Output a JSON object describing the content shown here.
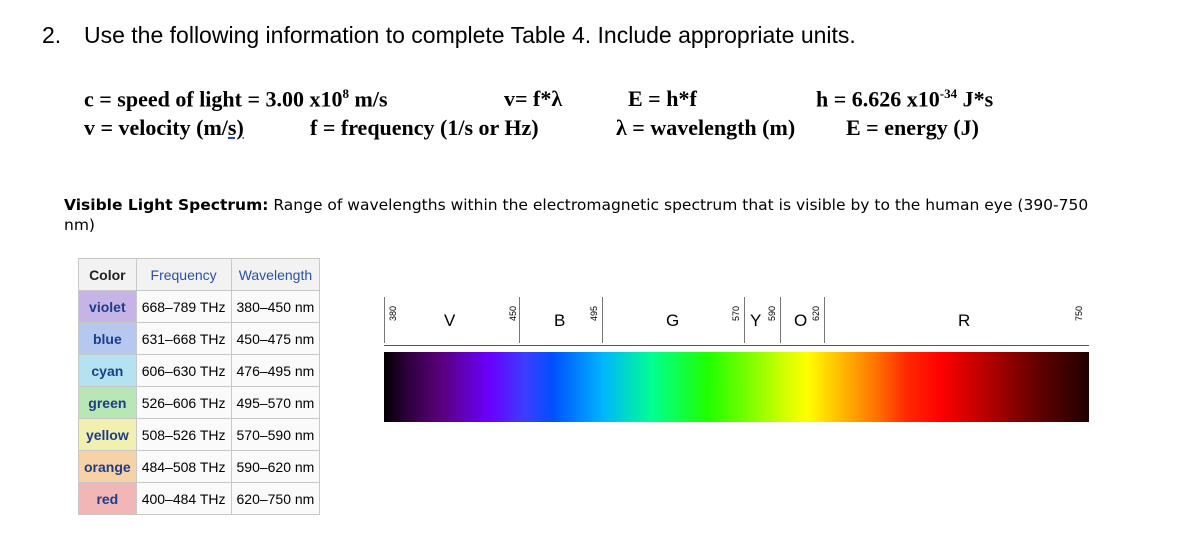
{
  "question": {
    "number": "2.",
    "text": "Use the following information to complete Table 4. Include appropriate units."
  },
  "formulas": {
    "c_def": "c = speed of light = 3.00 x10",
    "c_exp": "8",
    "c_unit": " m/s",
    "v_eq": "v= f*λ",
    "e_eq": "E = h*f",
    "h_def": "h = 6.626 x10",
    "h_exp": "-34",
    "h_unit": " J*s",
    "v_def_pre": "v = velocity (m/",
    "v_def_ul": "s)",
    "f_def": "f = frequency (1/s or Hz)",
    "lambda_def": "λ = wavelength (m)",
    "energy_def": "E = energy (J)"
  },
  "visible": {
    "title": "Visible Light Spectrum:",
    "desc": "Range of wavelengths within the electromagnetic spectrum that is visible by to the human eye (390-750 nm)"
  },
  "table": {
    "headers": [
      "Color",
      "Frequency",
      "Wavelength"
    ],
    "rows": [
      {
        "color": "violet",
        "freq": "668–789 THz",
        "wave": "380–450 nm",
        "bg": "#c6b4e6"
      },
      {
        "color": "blue",
        "freq": "631–668 THz",
        "wave": "450–475 nm",
        "bg": "#b6c8f0"
      },
      {
        "color": "cyan",
        "freq": "606–630 THz",
        "wave": "476–495 nm",
        "bg": "#b4e2f0"
      },
      {
        "color": "green",
        "freq": "526–606 THz",
        "wave": "495–570 nm",
        "bg": "#b8e6b4"
      },
      {
        "color": "yellow",
        "freq": "508–526 THz",
        "wave": "570–590 nm",
        "bg": "#f2f0b0"
      },
      {
        "color": "orange",
        "freq": "484–508 THz",
        "wave": "590–620 nm",
        "bg": "#f6d2a6"
      },
      {
        "color": "red",
        "freq": "400–484 THz",
        "wave": "620–750 nm",
        "bg": "#f2b6b6"
      }
    ]
  },
  "spectrum": {
    "numbers": [
      "380",
      "450",
      "495",
      "570",
      "590",
      "620",
      "750"
    ],
    "letters": [
      "V",
      "B",
      "G",
      "Y",
      "O",
      "R"
    ]
  }
}
